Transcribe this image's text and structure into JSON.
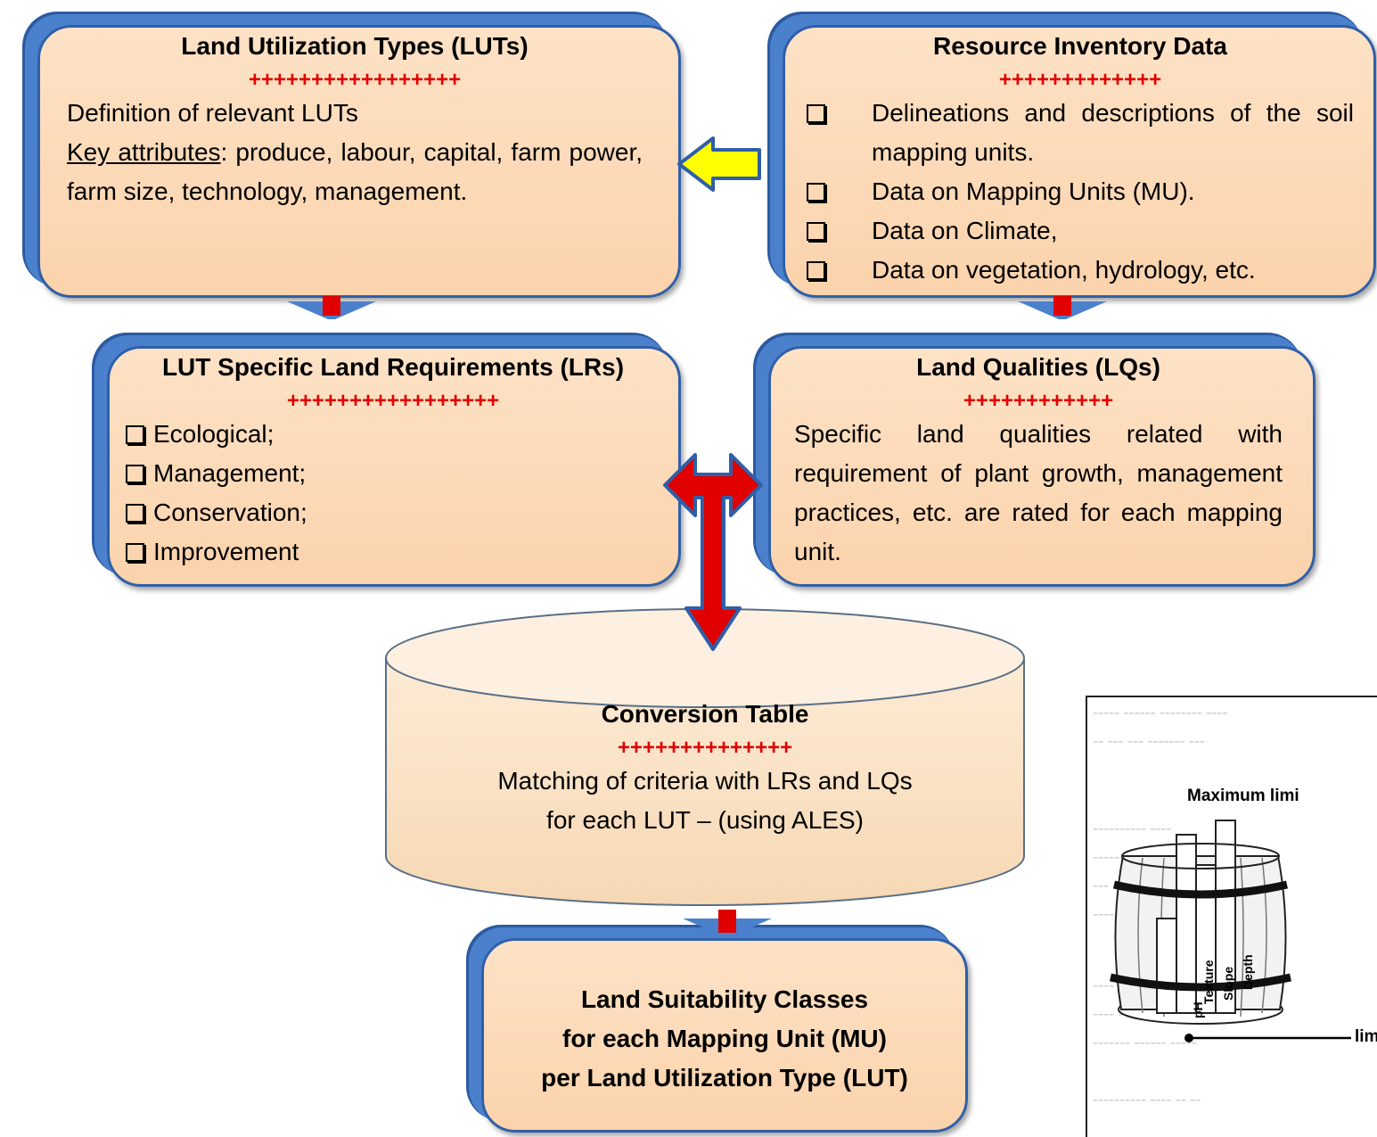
{
  "luts": {
    "title": "Land Utilization Types (LUTs)",
    "plus": "+++++++++++++++++",
    "line1": "Definition of relevant LUTs",
    "key_label": "Key  attributes",
    "key_text": ": produce, labour, capital, farm power, farm size, technology, management."
  },
  "resource": {
    "title": "Resource Inventory Data",
    "plus": "+++++++++++++",
    "items": [
      "Delineations and descriptions of the soil mapping units.",
      "Data on Mapping Units (MU).",
      "Data on Climate,",
      "Data on vegetation, hydrology, etc."
    ]
  },
  "lrs": {
    "title": "LUT Specific Land Requirements (LRs)",
    "plus": "+++++++++++++++++",
    "items": [
      "Ecological;",
      "Management;",
      "Conservation;",
      "Improvement"
    ]
  },
  "lqs": {
    "title": "Land Qualities (LQs)",
    "plus": "++++++++++++",
    "text": "Specific land qualities related with requirement of plant growth, management practices, etc. are rated for each mapping unit."
  },
  "conversion": {
    "title": "Conversion Table",
    "plus": "++++++++++++++",
    "line1": "Matching of criteria with LRs and LQs",
    "line2": "for each LUT – (using ALES)"
  },
  "suitability": {
    "line1": "Land Suitability Classes",
    "line2": "for each Mapping Unit (MU)",
    "line3": "per Land Utilization Type (LUT)"
  },
  "barrel": {
    "heading": "Maximum limi",
    "staves": [
      "pH",
      "Texture",
      "Slope",
      "Depth"
    ],
    "pointer_label": "lim"
  },
  "colors": {
    "box_fill": "#fbd3ac",
    "box_border": "#2f5fa8",
    "plus_red": "#e00000",
    "arrow_red": "#e00000",
    "arrow_yellow": "#ffff00"
  }
}
